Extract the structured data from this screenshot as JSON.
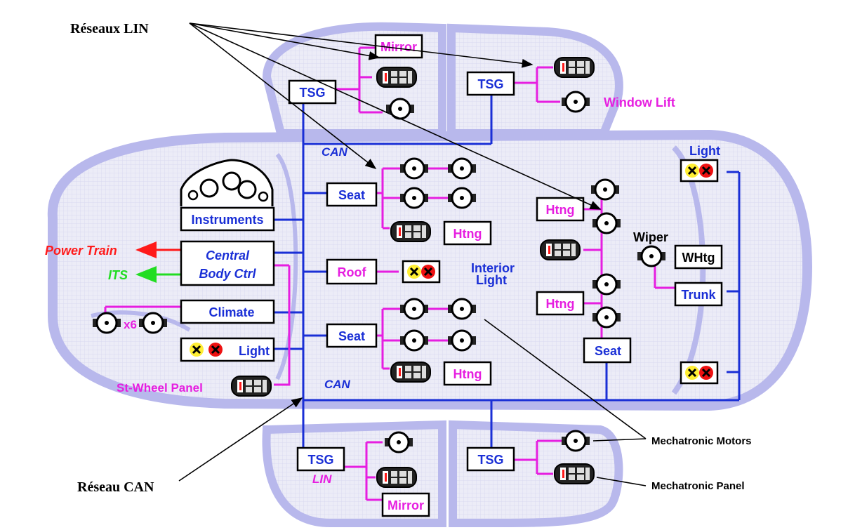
{
  "annotations": {
    "lin_networks": "Réseaux LIN",
    "can_network": "Réseau CAN",
    "mechatronic_motors": "Mechatronic Motors",
    "mechatronic_panel": "Mechatronic Panel"
  },
  "bus_labels": {
    "can_top": "CAN",
    "can_bottom": "CAN",
    "lin_bottom": "LIN"
  },
  "blocks": {
    "tsg_front_left": "TSG",
    "tsg_front_right": "TSG",
    "tsg_rear_left": "TSG",
    "tsg_rear_right": "TSG",
    "instruments": "Instruments",
    "central_body_ctrl_line1": "Central",
    "central_body_ctrl_line2": "Body Ctrl",
    "climate": "Climate",
    "light_left": "Light",
    "seat_front": "Seat",
    "seat_middle": "Seat",
    "seat_right": "Seat",
    "roof": "Roof",
    "htng_front": "Htng",
    "htng_middle": "Htng",
    "htng_right_top": "Htng",
    "htng_right_bottom": "Htng",
    "whtg": "WHtg",
    "trunk": "Trunk",
    "mirror_top": "Mirror",
    "mirror_bottom": "Mirror"
  },
  "labels": {
    "power_train": "Power Train",
    "its": "ITS",
    "x6": "x6",
    "st_wheel_panel": "St-Wheel Panel",
    "window_lift": "Window Lift",
    "interior_light_line1": "Interior",
    "interior_light_line2": "Light",
    "light_right": "Light",
    "wiper": "Wiper"
  },
  "colors": {
    "can_bus": "#1a2fd6",
    "lin_bus": "#e61ee0",
    "power_train": "#ff1a1a",
    "its": "#22dd22",
    "car_fill": "#e8e8f8",
    "car_outline": "#b8b8ec"
  }
}
